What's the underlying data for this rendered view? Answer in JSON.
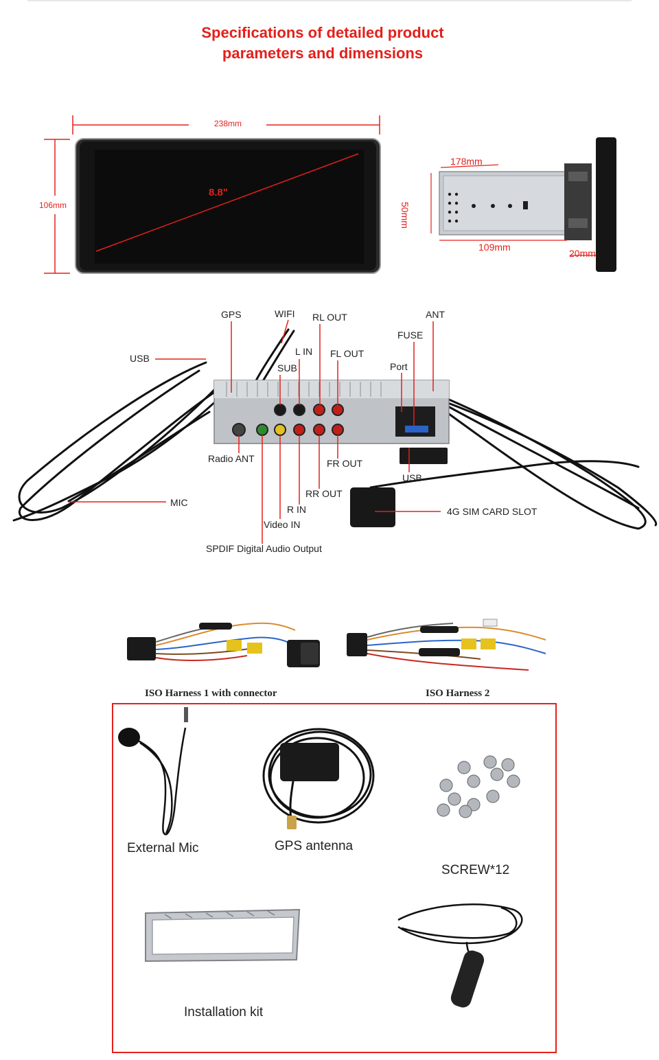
{
  "title": {
    "line1": "Specifications of detailed product",
    "line2": "parameters and dimensions"
  },
  "dimensions": {
    "width": "238mm",
    "height": "106mm",
    "diagonal": "8.8\"",
    "chassis_length": "178mm",
    "chassis_height": "50mm",
    "chassis_depth": "109mm",
    "bezel_depth": "20mm"
  },
  "connectors": {
    "gps": "GPS",
    "wifi": "WIFI",
    "rl_out": "RL OUT",
    "ant": "ANT",
    "fuse": "FUSE",
    "usb_left": "USB",
    "l_in": "L IN",
    "fl_out": "FL OUT",
    "sub": "SUB",
    "port": "Port",
    "radio_ant": "Radio ANT",
    "fr_out": "FR OUT",
    "usb_right": "USB",
    "mic": "MIC",
    "rr_out": "RR OUT",
    "r_in": "R IN",
    "sim_slot": "4G SIM CARD SLOT",
    "video_in": "Video IN",
    "spdif": "SPDIF Digital Audio Output"
  },
  "harness": {
    "iso1": "ISO Harness 1 with connector",
    "iso2": "ISO Harness 2"
  },
  "accessories": {
    "mic": "External Mic",
    "gps": "GPS antenna",
    "screw": "SCREW*12",
    "kit": "Installation kit"
  },
  "colors": {
    "accent": "#e3201b",
    "screen": "#141414",
    "chassis": "#c9cdd2"
  }
}
